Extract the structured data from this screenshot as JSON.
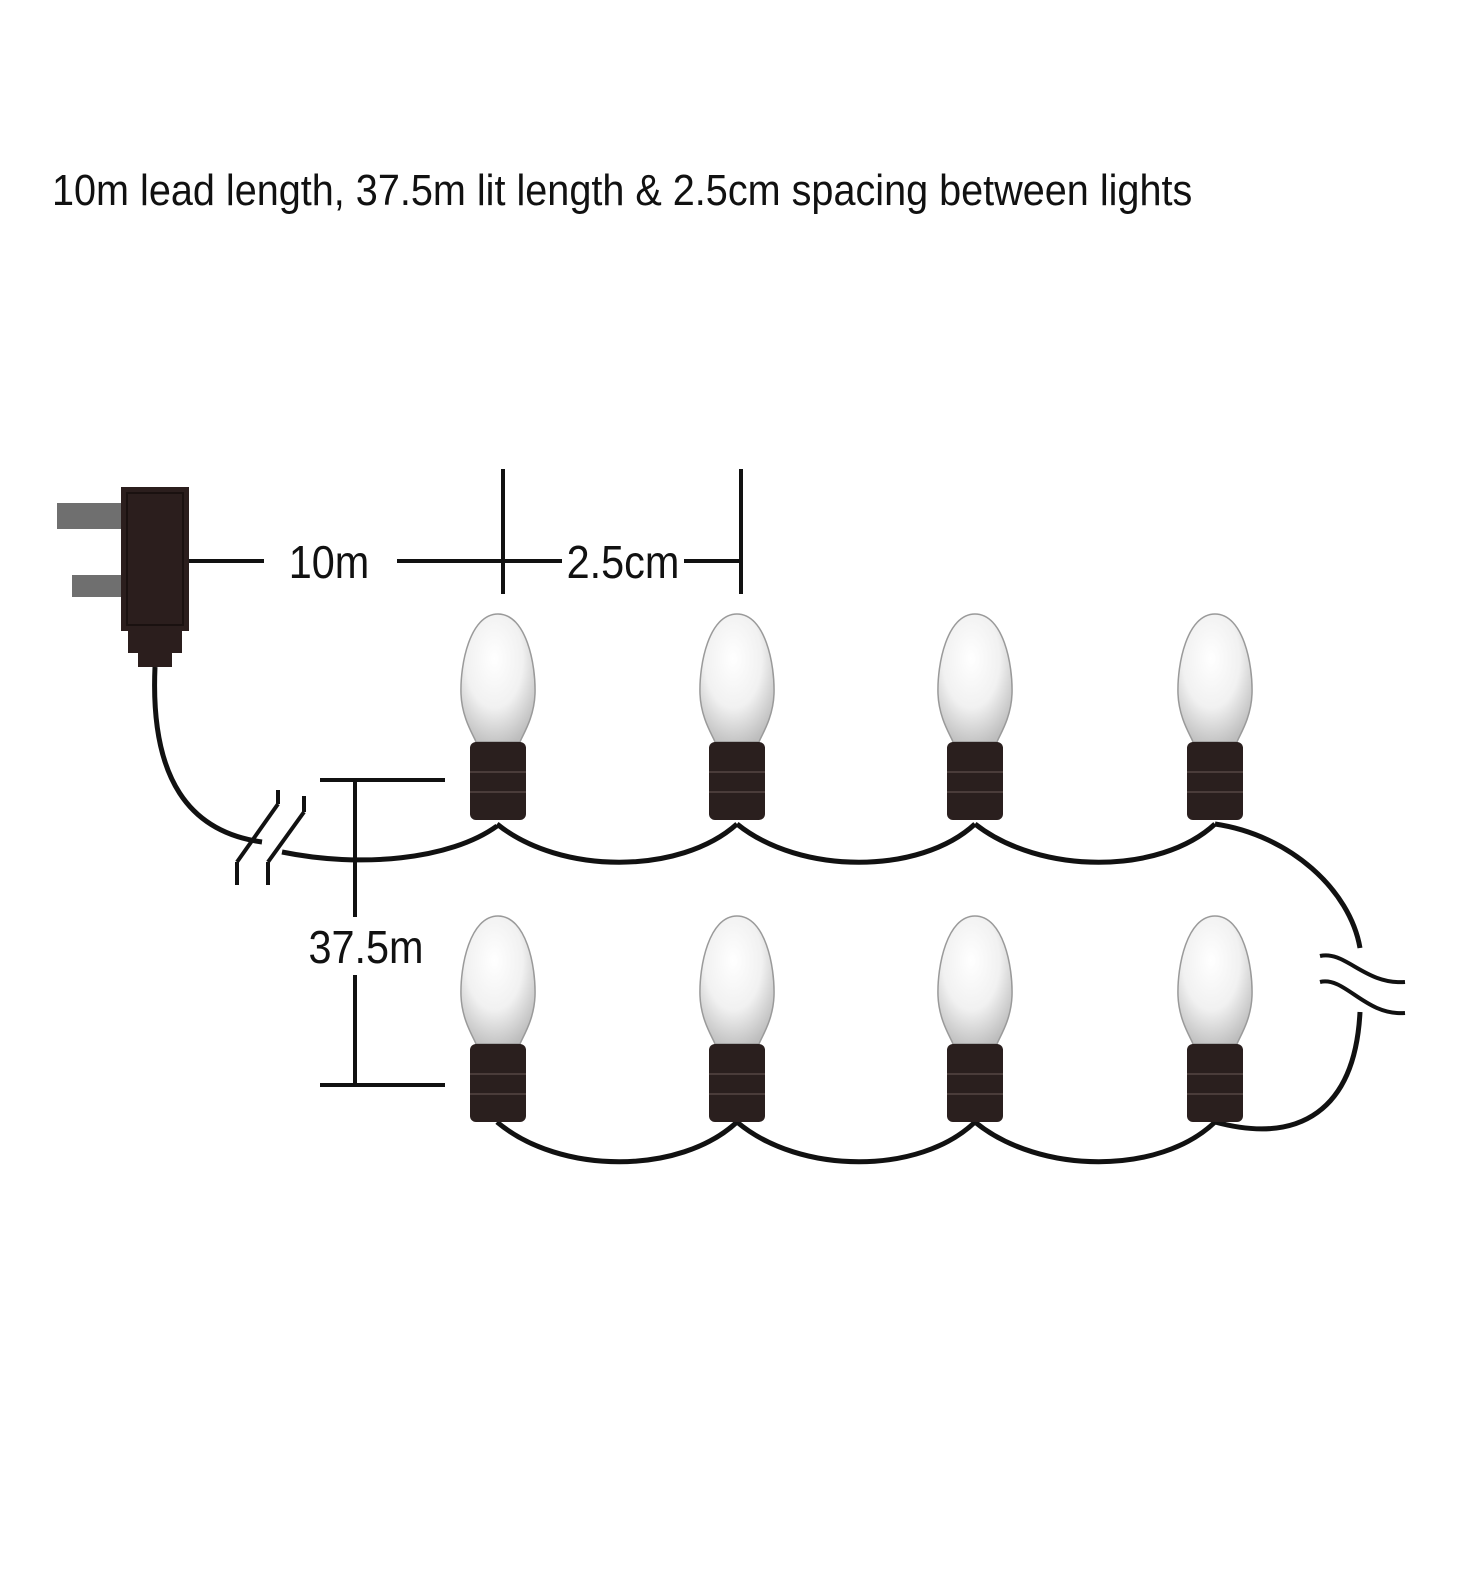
{
  "heading": "10m lead length, 37.5m lit length & 2.5cm spacing between lights",
  "dimensions": {
    "lead_length": "10m",
    "spacing": "2.5cm",
    "lit_length": "37.5m"
  },
  "bulb_rows": 2,
  "bulbs_per_row": 4,
  "colors": {
    "cable": "#111111",
    "plug": "#2b1e1d",
    "prongs": "#6f6f6f",
    "bulb_socket": "#2a1f1e",
    "bulb_glass": "#e9e9e9",
    "text": "#111111"
  }
}
